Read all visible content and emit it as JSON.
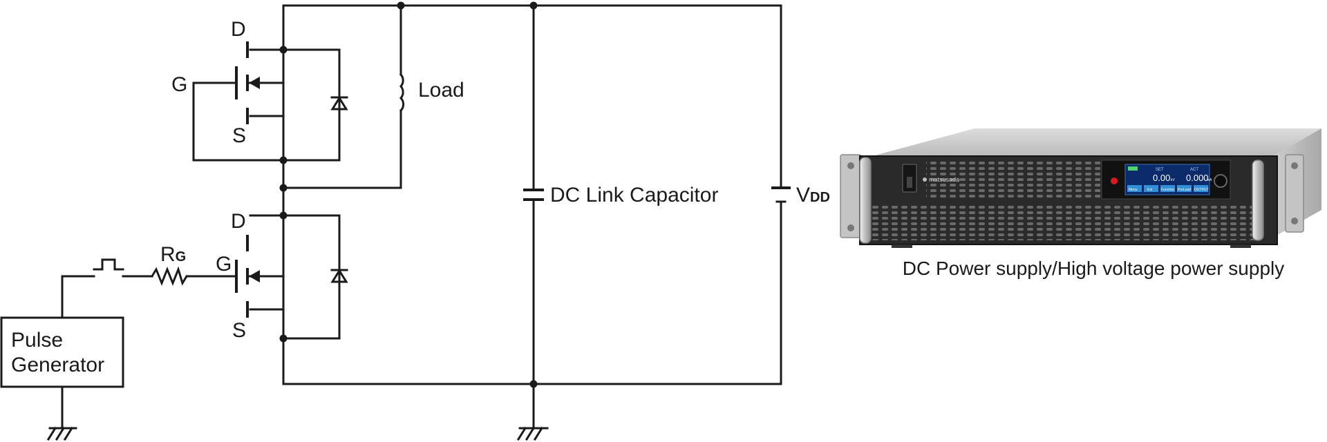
{
  "labels": {
    "upper_drain": "D",
    "upper_gate": "G",
    "upper_source": "S",
    "load": "Load",
    "lower_drain": "D",
    "lower_gate": "G",
    "lower_source": "S",
    "rg_main": "R",
    "rg_sub": "G",
    "pulse_gen_line1": "Pulse",
    "pulse_gen_line2": "Generator",
    "dc_link": "DC Link Capacitor",
    "vdd_main": "V",
    "vdd_sub": "DD",
    "product_caption": "DC Power supply/High voltage power supply"
  },
  "device_panel": {
    "brand": "matsusada",
    "set_label": "SET",
    "act_label": "ACT",
    "voltage_readout": "0.00",
    "current_readout": "0.000",
    "voltage_unit": "kV",
    "current_unit": "mA",
    "soft_keys": [
      "Menu",
      "Ext",
      "Function",
      "PreLoad",
      "OUTPUT"
    ]
  },
  "colors": {
    "wire": "#1a1a1a",
    "lcd_bg": "#0a2a6a",
    "lcd_key": "#2f8fd8",
    "power_led": "#d81c1c"
  }
}
